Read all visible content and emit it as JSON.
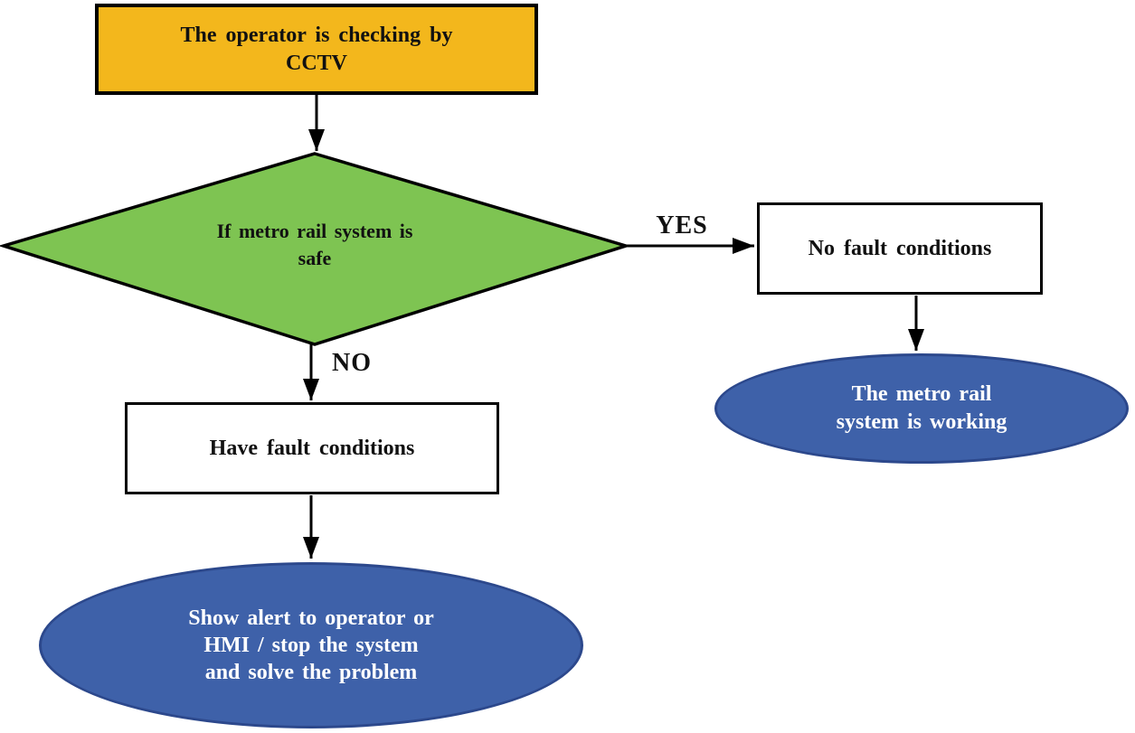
{
  "colors": {
    "background": "#FFFFFF",
    "outline": "#000000",
    "start_fill": "#F3B71C",
    "decision_fill": "#7EC452",
    "process_fill": "#FFFFFF",
    "terminal_fill": "#3E61A9",
    "terminal_border": "#2C488C",
    "text_dark": "#111111",
    "text_light": "#FFFFFF"
  },
  "diagram": {
    "nodes": {
      "start": {
        "shape": "rectangle",
        "label": "The operator is checking by CCTV",
        "lines": [
          "The operator is checking by",
          "CCTV"
        ]
      },
      "decision": {
        "shape": "diamond",
        "label": "If metro rail system is safe",
        "lines": [
          "If metro rail system is",
          "safe"
        ]
      },
      "no_fault": {
        "shape": "rectangle",
        "label": "No fault conditions"
      },
      "working": {
        "shape": "ellipse",
        "label": "The metro rail system is working",
        "lines": [
          "The metro rail",
          "system is working"
        ]
      },
      "have_fault": {
        "shape": "rectangle",
        "label": "Have fault conditions"
      },
      "alert": {
        "shape": "ellipse",
        "label": "Show alert to operator or HMI / stop the system and solve the problem",
        "lines": [
          "Show alert to operator or",
          "HMI / stop the system",
          "and solve the problem"
        ]
      }
    },
    "edges": [
      {
        "from": "start",
        "to": "decision",
        "label": ""
      },
      {
        "from": "decision",
        "to": "no_fault",
        "label": "YES"
      },
      {
        "from": "no_fault",
        "to": "working",
        "label": ""
      },
      {
        "from": "decision",
        "to": "have_fault",
        "label": "NO"
      },
      {
        "from": "have_fault",
        "to": "alert",
        "label": ""
      }
    ]
  }
}
